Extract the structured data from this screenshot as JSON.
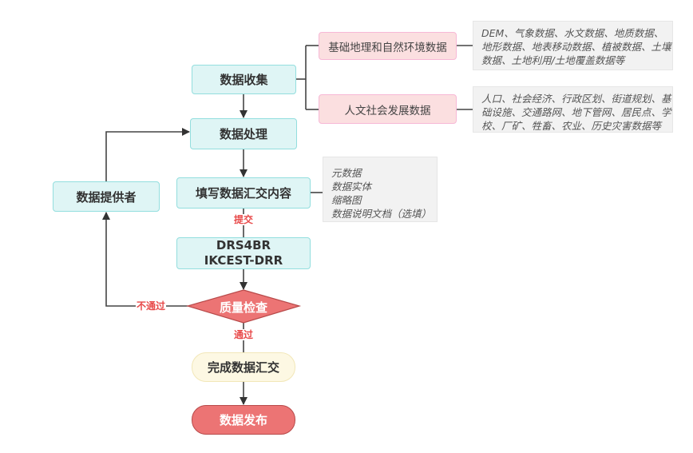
{
  "diagram": {
    "nodes": {
      "collect": "数据收集",
      "process": "数据处理",
      "provider": "数据提供者",
      "fill": "填写数据汇交内容",
      "platform": [
        "DRS4BR",
        "IKCEST-DRR"
      ],
      "check": "质量检查",
      "complete": "完成数据汇交",
      "publish": "数据发布"
    },
    "categories": [
      {
        "label": "基础地理和自然环境数据",
        "note_lines": [
          "DEM、气象数据、水文数据、地质数据、",
          "地形数据、地表移动数据、植被数据、土壤",
          "数据、土地利用/土地覆盖数据等"
        ]
      },
      {
        "label": "人文社会发展数据",
        "note_lines": [
          "人口、社会经济、行政区划、街道规划、基",
          "础设施、交通路网、地下管网、居民点、学",
          "校、厂矿、牲畜、农业、历史灾害数据等"
        ]
      }
    ],
    "fill_note_lines": [
      "元数据",
      "数据实体",
      "缩略图",
      "数据说明文档（选填）"
    ],
    "edge_labels": {
      "submit": "提交",
      "fail": "不通过",
      "pass": "通过"
    },
    "colors": {
      "process_fill": "#dff5f5",
      "process_border": "#93dede",
      "category_fill": "#fbdfe0",
      "category_border": "#f7b8d6",
      "decision_fill": "#ec7474",
      "terminal_fill": "#ec7474",
      "complete_fill": "#fdf8e3",
      "edge_label": "#e84a4a",
      "note_fill": "#f2f2f2"
    }
  }
}
